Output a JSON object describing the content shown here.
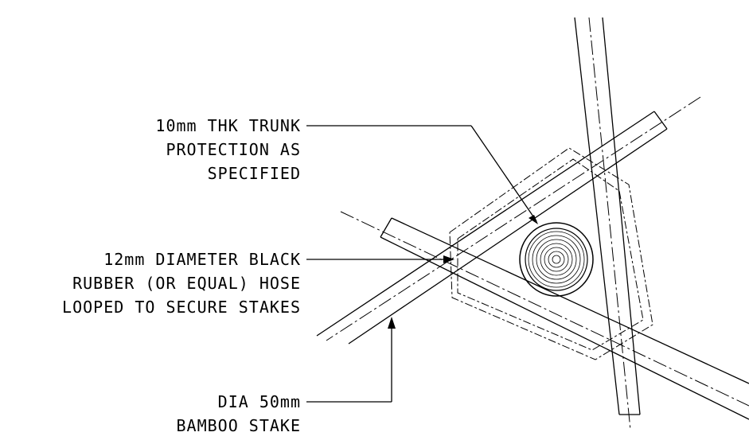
{
  "labels": {
    "trunk_protection": [
      "10mm THK TRUNK",
      "PROTECTION AS",
      "SPECIFIED"
    ],
    "rubber_hose": [
      "12mm DIAMETER BLACK",
      "RUBBER (OR EQUAL) HOSE",
      "LOOPED TO SECURE STAKES"
    ],
    "bamboo_stake": [
      "DIA 50mm",
      "BAMBOO STAKE"
    ]
  }
}
